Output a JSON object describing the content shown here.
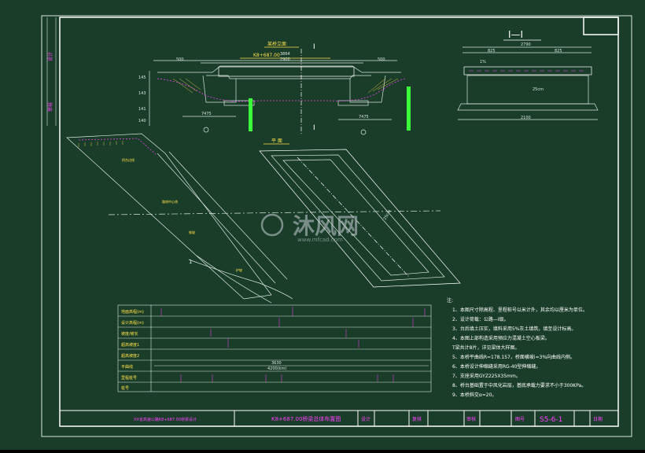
{
  "drawing": {
    "section_label": "I—I",
    "cut_mark": "I",
    "elevation_title": "某桥立面",
    "plan_title": "平 面",
    "station_top": "K8+687.00",
    "notes_heading": "注:",
    "notes": [
      "1、本图尺寸除高程、里程桩号以米计外，其余均以厘米为单位。",
      "2、设计荷载：公路—I级。",
      "3、台后填土压实，填料采用5%灰土填筑，填至设计标高。",
      "4、本图上部构造采用预应力混凝土空心板梁。",
      "   T梁共计8片，详见梁体大样图。",
      "5、本桥平曲线R=178.157，桥面横坡i=3%向曲线内侧。",
      "6、本桥设计伸缩缝采用RG-40型伸缩缝。",
      "7、支座采用GYZ225X35mm。",
      "8、桥台基础置于中风化岩层，基底承载力要求不小于300KPa。",
      "9、本桥斜交α=20。"
    ],
    "profile_table_rows": [
      "地面高程(m)",
      "设计高程(m)",
      "坡度/坡长",
      "超高坡度1",
      "超高坡度2",
      "平曲线",
      "里程桩号",
      "桩号"
    ],
    "profile_center_label": "3630",
    "profile_center_sub": "4200(km)",
    "watermark_text": "沐风网",
    "watermark_url": "www.mfcad.com",
    "elevation_dims": [
      "500",
      "2900",
      "500",
      "3864"
    ],
    "elevation_sub_dims": [
      "7475",
      "7475"
    ],
    "section_dims": [
      "2790",
      "825",
      "2100"
    ]
  },
  "title_block": {
    "project": "XX省高速公路K8+687.00桥梁设计",
    "drawing_name": "K8+687.00桥梁总体布置图",
    "designer_label": "设计",
    "checker_label": "复核",
    "reviewer_label": "审核",
    "drawing_no_label": "图号",
    "drawing_no": "S5-6-1",
    "date_label": "日期"
  },
  "side_stamp": {
    "label_top": "设计",
    "label_bottom": "审核"
  },
  "colors": {
    "background": "#1a3d2a",
    "frame": "#ffffff",
    "linework": "#d8e6dc",
    "magenta": "#ff40ff",
    "yellow": "#ffe14a",
    "green_pile": "#3cff3c",
    "cyan": "#6ad8ff"
  }
}
